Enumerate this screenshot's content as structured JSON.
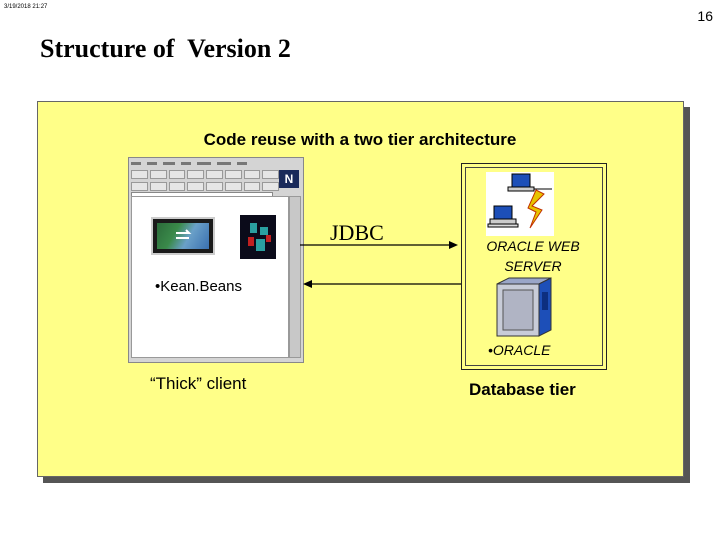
{
  "header": {
    "timestamp": "3/19/2018 21:27",
    "page_number": "16",
    "title": "Structure of  Version 2"
  },
  "panel": {
    "title": "Code reuse with a two tier architecture",
    "client": {
      "bullet_text": "•Kean.Beans",
      "caption": "“Thick” client",
      "browser_logo": "N"
    },
    "connection_label": "JDBC",
    "database": {
      "server_label": "ORACLE WEB SERVER",
      "db_bullet": "•ORACLE",
      "caption": "Database tier"
    }
  },
  "colors": {
    "panel_background": "#ffff88",
    "shadow": "#555555",
    "server_blue": "#1d4fb8",
    "lightning": "#e8c400"
  }
}
